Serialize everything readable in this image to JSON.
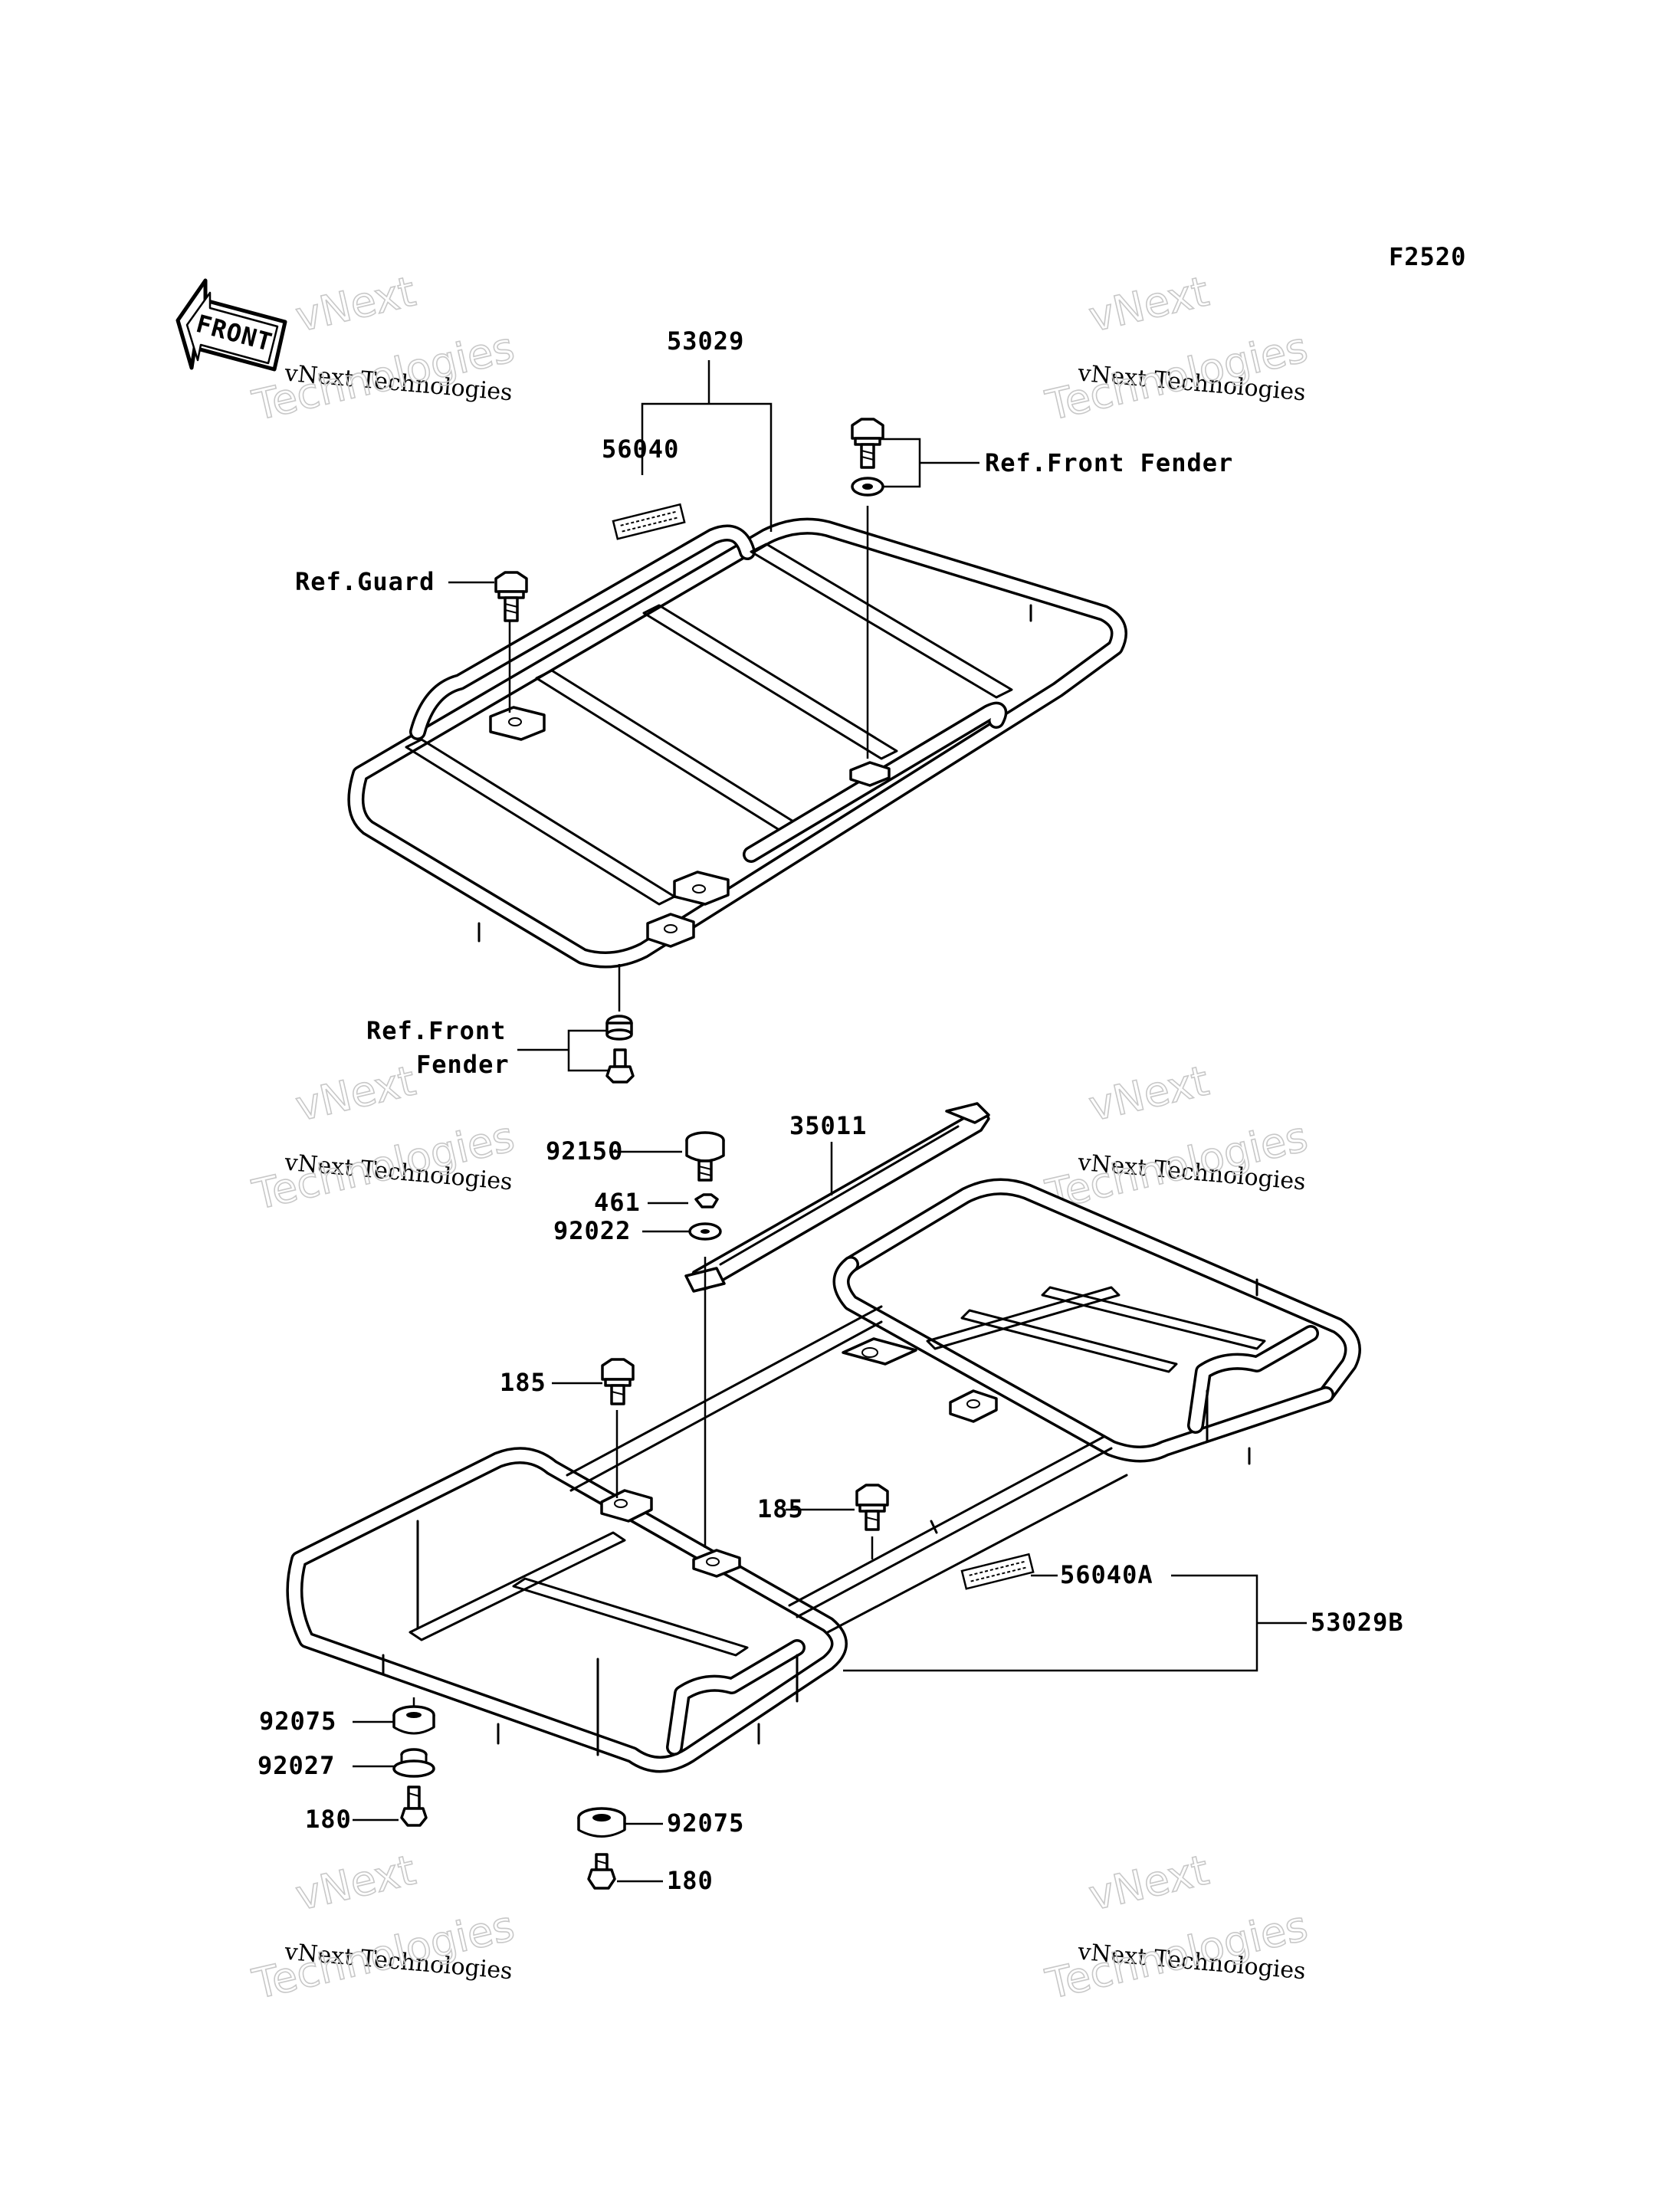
{
  "figure_code": "F2520",
  "front_arrow": "FRONT",
  "watermark": {
    "line1": "vNext Technologies",
    "line2": "vNext",
    "line3": "Technologies"
  },
  "labels": {
    "p53029": "53029",
    "p56040": "56040",
    "ref_front_fender_top": "Ref.Front Fender",
    "ref_guard": "Ref.Guard",
    "ref_front": "Ref.Front",
    "fender": "Fender",
    "p35011": "35011",
    "p92150": "92150",
    "p461": "461",
    "p92022": "92022",
    "p185a": "185",
    "p185b": "185",
    "p56040A": "56040A",
    "p53029B": "53029B",
    "p92075a": "92075",
    "p92027": "92027",
    "p180a": "180",
    "p92075b": "92075",
    "p180b": "180"
  }
}
